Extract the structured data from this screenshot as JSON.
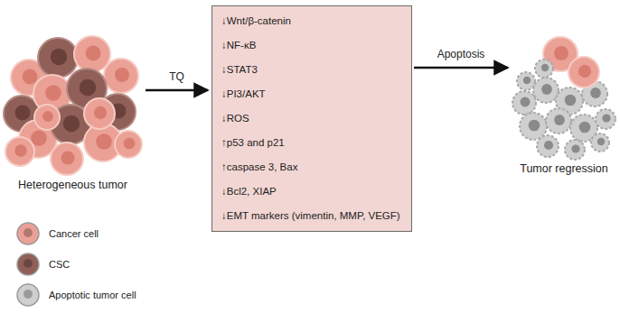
{
  "diagram": {
    "nodes": [
      {
        "text": [
          "Heterogeneous tumor"
        ]
      },
      {
        "text": [
          "↓Wnt/β-catenin",
          "↓NF-κB",
          "↓STAT3",
          "↓PI3/AKT",
          "↓ROS",
          "↑p53 and p21",
          "↑caspase 3, Bax",
          "↓Bcl2, XIAP",
          "↓EMT markers (vimentin, MMP, VEGF)"
        ]
      },
      {
        "text": [
          "Tumor regression"
        ]
      }
    ],
    "edges": [
      {
        "from": 0,
        "to": 1,
        "label": "TQ",
        "arrow": "to"
      },
      {
        "from": 1,
        "to": 2,
        "label": "Apoptosis",
        "arrow": "to"
      }
    ],
    "legend": [
      {
        "text": "Cancer cell",
        "color": "#eba196"
      },
      {
        "text": "CSC",
        "color": "#8f5f58"
      },
      {
        "text": "Apoptotic tumor cell",
        "color": "#cfcfcf"
      }
    ]
  }
}
